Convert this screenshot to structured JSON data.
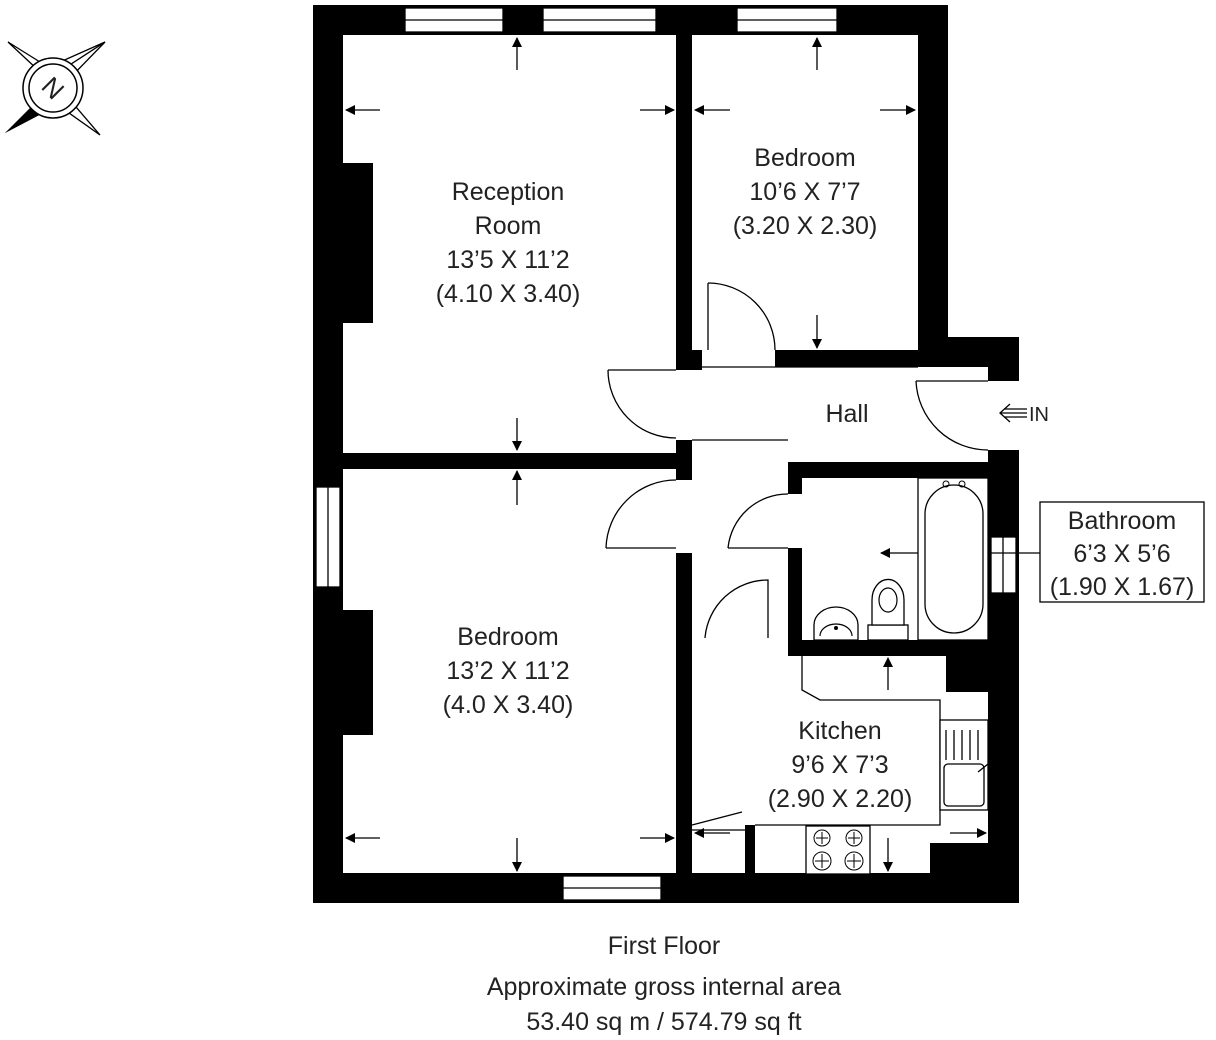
{
  "compass": {
    "letter": "N",
    "icon": "compass-north-icon"
  },
  "rooms": {
    "reception": {
      "name_line1": "Reception",
      "name_line2": "Room",
      "imperial": "13’5 X 11’2",
      "metric": "(4.10 X 3.40)"
    },
    "bedroom1": {
      "name": "Bedroom",
      "imperial": "10’6 X 7’7",
      "metric": "(3.20 X 2.30)"
    },
    "hall": {
      "name": "Hall"
    },
    "bedroom2": {
      "name": "Bedroom",
      "imperial": "13’2 X 11’2",
      "metric": "(4.0 X 3.40)"
    },
    "bathroom": {
      "name": "Bathroom",
      "imperial": "6’3 X 5’6",
      "metric": "(1.90 X 1.67)"
    },
    "kitchen": {
      "name": "Kitchen",
      "imperial": "9’6 X 7’3",
      "metric": "(2.90 X 2.20)"
    }
  },
  "entrance": {
    "label": "IN",
    "icon": "entrance-arrow-icon"
  },
  "caption": {
    "floor": "First Floor",
    "area_title": "Approximate gross internal area",
    "area_value": "53.40 sq m / 574.79 sq ft"
  }
}
